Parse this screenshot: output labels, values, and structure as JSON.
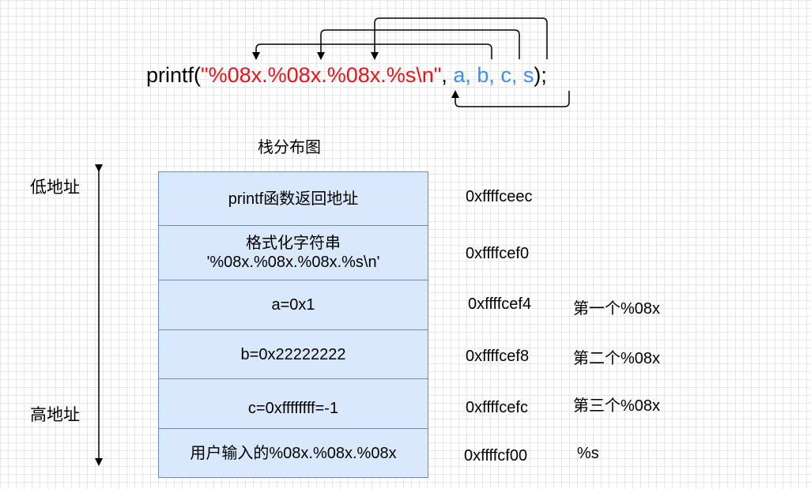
{
  "code": {
    "prefix": "printf(",
    "format_string": "\"%08x.%08x.%08x.%s\\n\"",
    "comma": ", ",
    "args": "a, b, c, s",
    "suffix": ");"
  },
  "stack_title": "栈分布图",
  "address_axis": {
    "low": "低地址",
    "high": "高地址"
  },
  "stack": [
    {
      "content": [
        "printf函数返回地址"
      ],
      "address": "0xffffceec",
      "note": ""
    },
    {
      "content": [
        "格式化字符串",
        "'%08x.%08x.%08x.%s\\n'"
      ],
      "address": "0xffffcef0",
      "note": ""
    },
    {
      "content": [
        "a=0x1"
      ],
      "address": "0xffffcef4",
      "note": "第一个%08x"
    },
    {
      "content": [
        "b=0x22222222"
      ],
      "address": "0xffffcef8",
      "note": "第二个%08x"
    },
    {
      "content": [
        "c=0xffffffff=-1"
      ],
      "address": "0xffffcefc",
      "note": "第三个%08x"
    },
    {
      "content": [
        "用户输入的%08x.%08x.%08x"
      ],
      "address": "0xffffcf00",
      "note": "%s"
    }
  ],
  "colors": {
    "cell_fill": "#dae8fc",
    "cell_border": "#6c8ebf",
    "format_string": "#e8141a",
    "arguments": "#3d8ef0"
  }
}
